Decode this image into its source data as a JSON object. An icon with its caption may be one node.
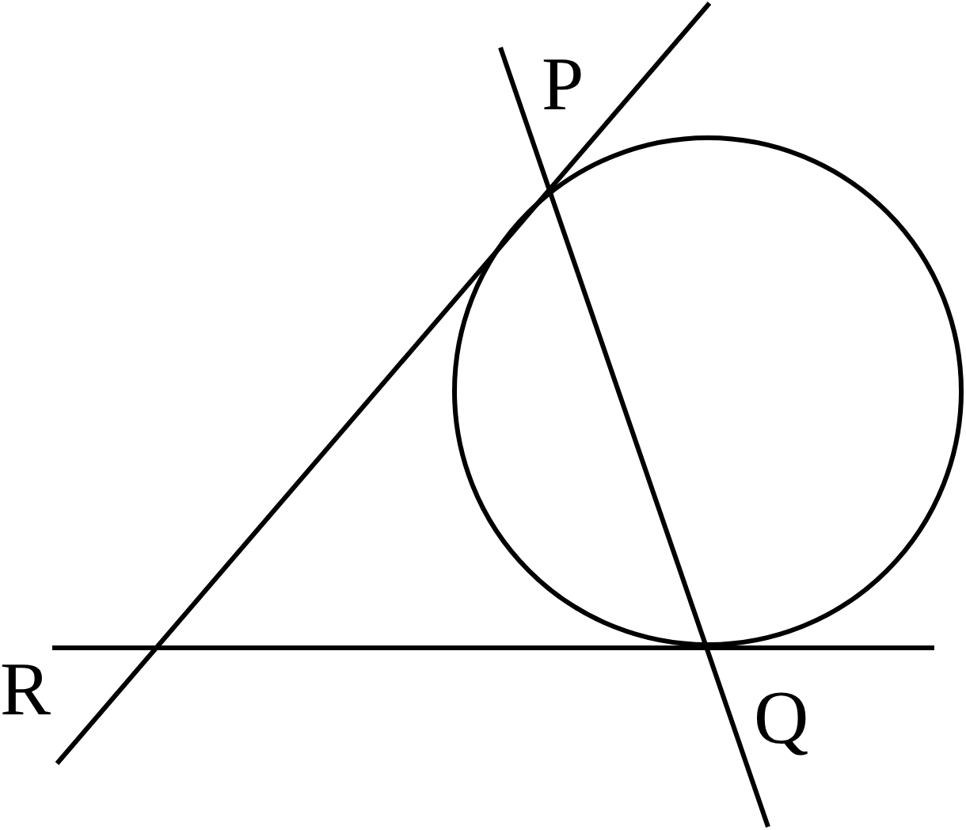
{
  "diagram": {
    "labels": [
      "P",
      "Q",
      "R"
    ]
  }
}
